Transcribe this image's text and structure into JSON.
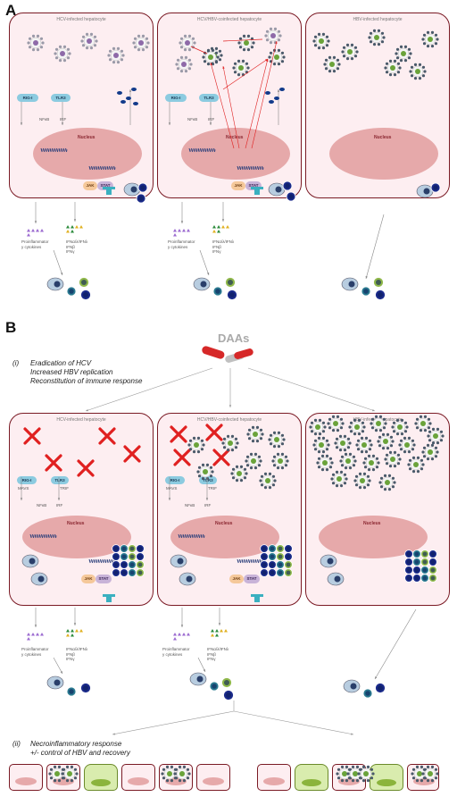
{
  "panel_a": {
    "letter": "A",
    "cells": [
      {
        "title": "HCV-infected hepatocyte"
      },
      {
        "title": "HCV/HBV-coinfected hepatocyte"
      },
      {
        "title": "HBV-infected hepatocyte"
      }
    ],
    "nucleus_label": "Nucleus",
    "receptors": {
      "rig": "RIG-I",
      "tlr": "TLR3"
    },
    "signaling": {
      "nfkb": "NFκB",
      "irf": "IRF"
    },
    "jak": "JAK",
    "stat": "STAT",
    "cytokines_left": [
      "Proinflammator",
      "y cytokines"
    ],
    "cytokines_right": [
      "IFNα/λ/IFNλ",
      "IFNβ",
      "IFNγ"
    ]
  },
  "panel_b": {
    "letter": "B",
    "daas": "DAAs",
    "step1_num": "(i)",
    "step1_lines": [
      "Eradication of HCV",
      "Increased HBV replication",
      "Reconstitution of immune response"
    ],
    "cells": [
      {
        "title": "HCV-infected hepatocyte"
      },
      {
        "title": "HCV/HBV-coinfected hepatocyte"
      },
      {
        "title": "HBV-infected hepatocyte"
      }
    ],
    "nucleus_label": "Nucleus",
    "receptors": {
      "rig": "RIG-I",
      "tlr": "TLR3",
      "mavs": "MAVS",
      "trif": "TRIF"
    },
    "signaling": {
      "nfkb": "NFκB",
      "irf": "IRF"
    },
    "jak": "JAK",
    "stat": "STAT",
    "cytokines_left": [
      "Proinflammator",
      "y cytokines"
    ],
    "cytokines_right": [
      "IFNα/λ/IFNλ",
      "IFNβ",
      "IFNγ"
    ],
    "step2_num": "(ii)",
    "step2_lines": [
      "Necroinflammatory response",
      "+/- control of HBV and recovery"
    ]
  },
  "colors": {
    "cell_border": "#7a1a24",
    "cell_fill": "#fdeef1",
    "nucleus": "#e6a9aa",
    "inhibition": "#e02020",
    "hcv": "#8e6aa8",
    "hbv": "#6aa33a"
  }
}
